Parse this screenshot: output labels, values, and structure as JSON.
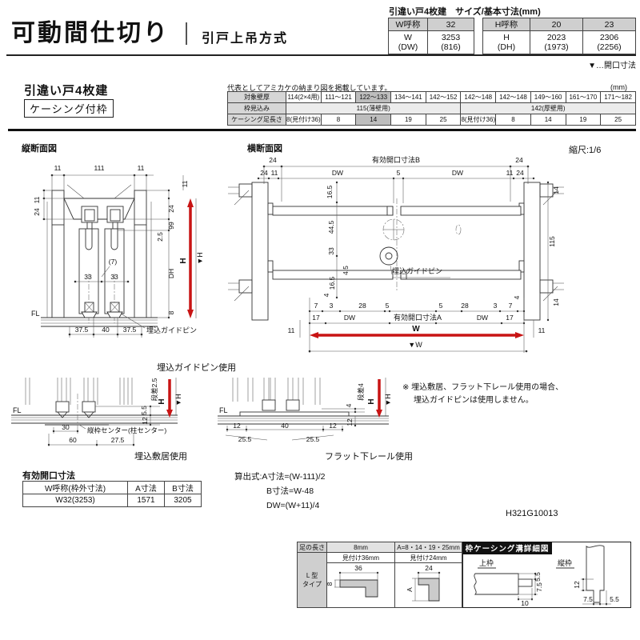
{
  "colors": {
    "accent_red": "#c81414",
    "line": "#333333",
    "shade": "#bdbdbd"
  },
  "header": {
    "title": "可動間仕切り",
    "subtitle": "引戸上吊方式"
  },
  "size_table": {
    "title": "引違い戸4枚建　サイズ/基本寸法(mm)",
    "w_head": "W呼称",
    "w_name": "32",
    "w_row_l1": "W",
    "w_row_l2": "(DW)",
    "w_v1": "3253",
    "w_v2": "(816)",
    "h_head": "H呼称",
    "h_n1": "20",
    "h_n2": "23",
    "h_row_l1": "H",
    "h_row_l2": "(DH)",
    "h20a": "2023",
    "h20b": "(1973)",
    "h23a": "2306",
    "h23b": "(2256)",
    "legend": "▼…開口寸法"
  },
  "section": {
    "title": "引違い戸4枚建",
    "box": "ケーシング付枠",
    "note": "代表としてアミカケの納まり図を掲載しています。",
    "unit": "(mm)"
  },
  "wall_table": {
    "r1_label": "対象壁厚",
    "r1": [
      "114(2×4用)",
      "111〜121",
      "122〜133",
      "134〜141",
      "142〜152",
      "142〜148",
      "142〜148",
      "149〜160",
      "161〜170",
      "171〜182"
    ],
    "r2_label": "枠見込み",
    "r2_thin": "115(薄壁用)",
    "r2_thick": "142(厚壁用)",
    "r3_label": "ケーシング足長さ",
    "r3": [
      "8(見付け36)",
      "8",
      "14",
      "19",
      "25",
      "8(見付け36)",
      "8",
      "14",
      "19",
      "25"
    ]
  },
  "drawings": {
    "vsec_label": "縦断面図",
    "hsec_label": "横断面図",
    "scale": "縮尺:1/6"
  },
  "vsec": {
    "caption": "埋込ガイドピン使用",
    "fl": "FL",
    "pin": "埋込ガイドピン",
    "t": [
      "11",
      "111",
      "11"
    ],
    "l": [
      "11",
      "24"
    ],
    "r11": "11",
    "r24": "24",
    "r99": "99",
    "r25": "2.5",
    "dh": "DH",
    "r8": "8",
    "h": "H",
    "hv": "▼H",
    "g7": "(7)",
    "g33a": "33",
    "g33b": "33",
    "b": [
      "37.5",
      "40",
      "37.5"
    ]
  },
  "hsec": {
    "open_b": "有効開口寸法B",
    "open_a": "有効開口寸法A",
    "pin": "埋込ガイドピン",
    "t24l": "24",
    "t24r": "24",
    "t5": "5",
    "t24l2": "24",
    "t11l2": "11",
    "t11r2": "11",
    "t24r2": "24",
    "dw": "DW",
    "r14t": "14",
    "r115": "115",
    "r14b": "14",
    "l165a": "16.5",
    "l445": "44.5",
    "l33": "33",
    "l45": "4.5",
    "l165b": "16.5",
    "l4": "4",
    "r4": "4",
    "b7a": "7",
    "b3a": "3",
    "b28a": "28",
    "b5a": "5",
    "b5b": "5",
    "b28b": "28",
    "b3b": "3",
    "b7b": "7",
    "b17a": "17",
    "b17b": "17",
    "b11a": "11",
    "b11b": "11",
    "w": "W",
    "wv": "▼W"
  },
  "sill": {
    "fl": "FL",
    "caption": "埋込敷居使用",
    "step": "段差2.5",
    "d55": "5.5",
    "d12": "12",
    "d30": "30",
    "d60": "60",
    "d275": "27.5",
    "center": "縦枠センター(柱センター)",
    "h": "H",
    "hv": "▼H"
  },
  "rail": {
    "fl": "FL",
    "caption": "フラット下レール使用",
    "step": "段差4",
    "d4": "4",
    "d12": "12",
    "b12a": "12",
    "b40": "40",
    "b12b": "12",
    "b255a": "25.5",
    "b255b": "25.5",
    "h": "H",
    "hv": "▼H"
  },
  "note": {
    "line1": "※ 埋込敷居、フラット下レール使用の場合、",
    "line2": "埋込ガイドピンは使用しません。"
  },
  "open_table": {
    "title": "有効開口寸法",
    "h1": "W呼称(枠外寸法)",
    "h2": "A寸法",
    "h3": "B寸法",
    "v1": "W32(3253)",
    "v2": "1571",
    "v3": "3205"
  },
  "formulas": {
    "l1": "算出式:A寸法=(W-111)/2",
    "l2": "B寸法=W-48",
    "l3": "DW=(W+11)/4"
  },
  "doc_code": "H321G10013",
  "casing": {
    "leg": "足の長さ",
    "c8": "8mm",
    "cA": "A=8・14・19・25mm",
    "s36": "見付け36mm",
    "s24": "見付け24mm",
    "type1": "L 型",
    "type2": "タイプ",
    "d36": "36",
    "d8": "8",
    "d24": "24",
    "dA": "A",
    "title": "枠ケーシング溝詳細図",
    "top": "上枠",
    "side": "縦枠",
    "u55": "5.5",
    "u75": "7.5",
    "u10": "10",
    "v12": "12",
    "v75": "7.5",
    "v55": "5.5"
  }
}
